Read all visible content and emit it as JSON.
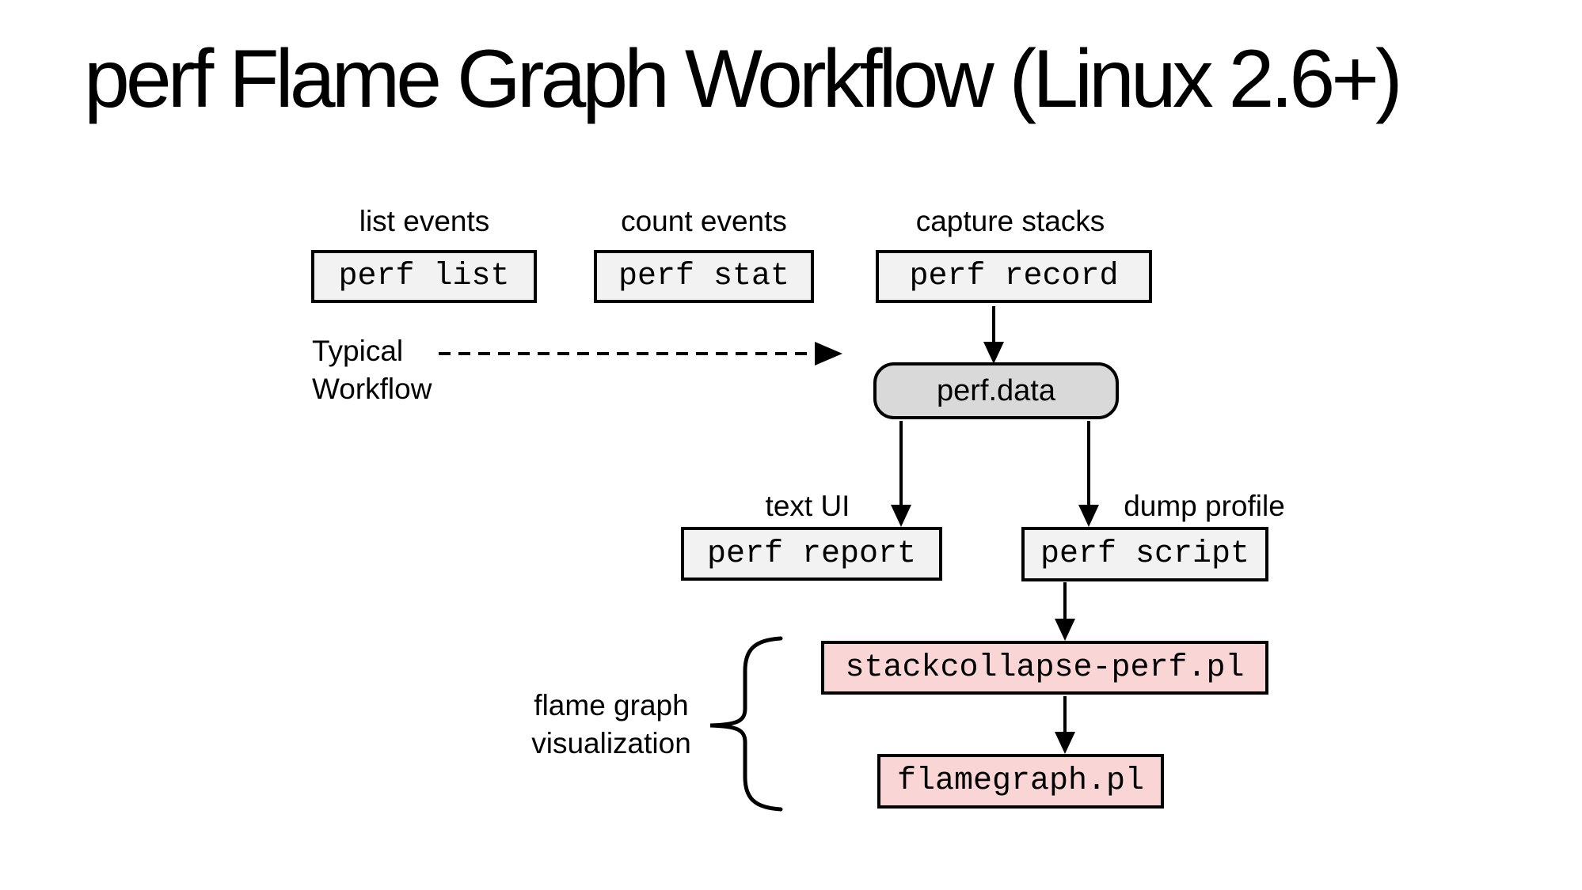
{
  "title": "perf Flame Graph Workflow (Linux 2.6+)",
  "colors": {
    "ink": "#000000",
    "command_box_fill": "#f2f2f2",
    "data_box_fill": "#d9d9d9",
    "script_box_fill": "#f9d5d5"
  },
  "workflow_label": {
    "line1": "Typical",
    "line2": "Workflow"
  },
  "group_label": {
    "line1": "flame graph",
    "line2": "visualization"
  },
  "nodes": {
    "perf_list": {
      "label": "perf list",
      "annotation": "list events"
    },
    "perf_stat": {
      "label": "perf stat",
      "annotation": "count events"
    },
    "perf_record": {
      "label": "perf record",
      "annotation": "capture stacks"
    },
    "perf_data": {
      "label": "perf.data"
    },
    "perf_report": {
      "label": "perf report",
      "annotation": "text UI"
    },
    "perf_script": {
      "label": "perf script",
      "annotation": "dump profile"
    },
    "stackcollapse": {
      "label": "stackcollapse-perf.pl"
    },
    "flamegraph": {
      "label": "flamegraph.pl"
    }
  },
  "connections": [
    {
      "from": "perf record",
      "to": "perf.data",
      "style": "solid-arrow"
    },
    {
      "from": "perf.data",
      "to": "perf report",
      "style": "solid-arrow"
    },
    {
      "from": "perf.data",
      "to": "perf script",
      "style": "solid-arrow"
    },
    {
      "from": "perf script",
      "to": "stackcollapse-perf.pl",
      "style": "solid-arrow"
    },
    {
      "from": "stackcollapse-perf.pl",
      "to": "flamegraph.pl",
      "style": "solid-arrow"
    },
    {
      "from": "Typical Workflow",
      "to": "capture stacks column",
      "style": "dashed-arrow"
    }
  ]
}
